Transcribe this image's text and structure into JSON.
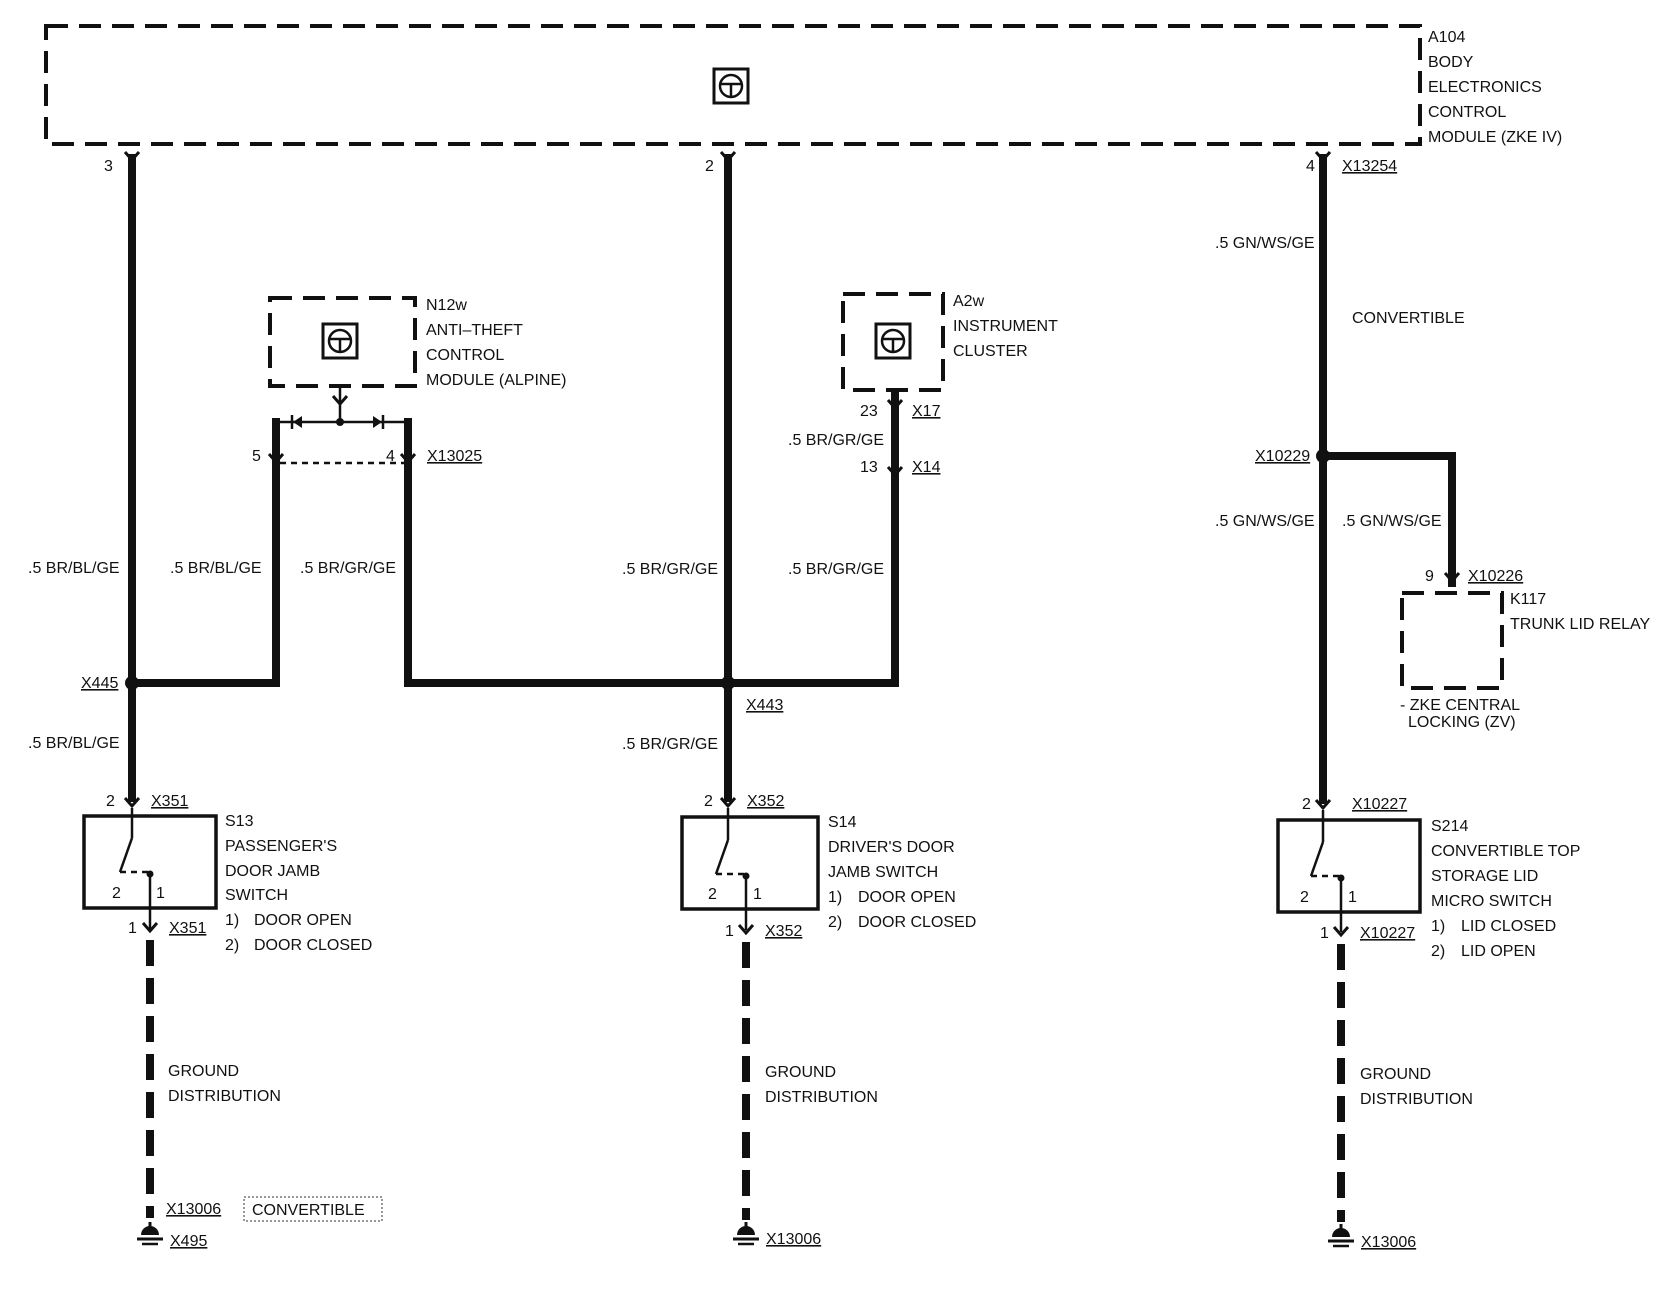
{
  "modules": {
    "a104": {
      "id": "A104",
      "line1": "BODY",
      "line2": "ELECTRONICS",
      "line3": "CONTROL",
      "line4": "MODULE (ZKE IV)"
    },
    "n12w": {
      "id": "N12w",
      "line1": "ANTI–THEFT",
      "line2": "CONTROL",
      "line3": "MODULE (ALPINE)"
    },
    "a2w": {
      "id": "A2w",
      "line1": "INSTRUMENT",
      "line2": "CLUSTER"
    },
    "k117": {
      "id": "K117",
      "line1": "TRUNK LID RELAY",
      "note1": "- ZKE CENTRAL",
      "note2": "LOCKING (ZV)"
    }
  },
  "pins": {
    "a104_3": "3",
    "a104_2": "2",
    "a104_4": "4",
    "x13025_5": "5",
    "x13025_4": "4",
    "x17_23": "23",
    "x14_13": "13",
    "x10226_9": "9",
    "s13_top": "2",
    "s13_bottom": "1",
    "s13_int2": "2",
    "s13_int1": "1",
    "s14_top": "2",
    "s14_bottom": "1",
    "s14_int2": "2",
    "s14_int1": "1",
    "s214_top": "2",
    "s214_bottom": "1",
    "s214_int2": "2",
    "s214_int1": "1"
  },
  "connectors": {
    "x13254": "X13254",
    "x13025": "X13025",
    "x17": "X17",
    "x14": "X14",
    "x10229": "X10229",
    "x10226": "X10226",
    "x445": "X445",
    "x443": "X443",
    "x351_top": "X351",
    "x351_bottom": "X351",
    "x352_top": "X352",
    "x352_bottom": "X352",
    "x10227_top": "X10227",
    "x10227_bottom": "X10227",
    "x13006_left": "X13006",
    "x495": "X495",
    "x13006_mid": "X13006",
    "x13006_right": "X13006"
  },
  "wires": {
    "w_left_top": ".5 BR/BL/GE",
    "w_left_bottom": ".5 BR/BL/GE",
    "w_n12_left": ".5 BR/BL/GE",
    "w_n12_right": ".5 BR/GR/GE",
    "w_mid_top": ".5 BR/GR/GE",
    "w_mid_bottom": ".5 BR/GR/GE",
    "w_a2w_short": ".5 BR/GR/GE",
    "w_a2w_long": ".5 BR/GR/GE",
    "w_right_top": ".5 GN/WS/GE",
    "w_right_mid": ".5 GN/WS/GE",
    "w_relay": ".5 GN/WS/GE"
  },
  "labels": {
    "convertible_top": "CONVERTIBLE",
    "convertible_bottom": "CONVERTIBLE"
  },
  "switches": {
    "s13": {
      "id": "S13",
      "line1": "PASSENGER'S",
      "line2": "DOOR JAMB",
      "line3": "SWITCH",
      "n1": "1)",
      "state1": "DOOR OPEN",
      "n2": "2)",
      "state2": "DOOR CLOSED"
    },
    "s14": {
      "id": "S14",
      "line1": "DRIVER'S DOOR",
      "line2": "JAMB SWITCH",
      "n1": "1)",
      "state1": "DOOR OPEN",
      "n2": "2)",
      "state2": "DOOR CLOSED"
    },
    "s214": {
      "id": "S214",
      "line1": "CONVERTIBLE TOP",
      "line2": "STORAGE LID",
      "line3": "MICRO SWITCH",
      "n1": "1)",
      "state1": "LID CLOSED",
      "n2": "2)",
      "state2": "LID OPEN"
    }
  },
  "ground": {
    "left_1": "GROUND",
    "left_2": "DISTRIBUTION",
    "mid_1": "GROUND",
    "mid_2": "DISTRIBUTION",
    "right_1": "GROUND",
    "right_2": "DISTRIBUTION"
  }
}
